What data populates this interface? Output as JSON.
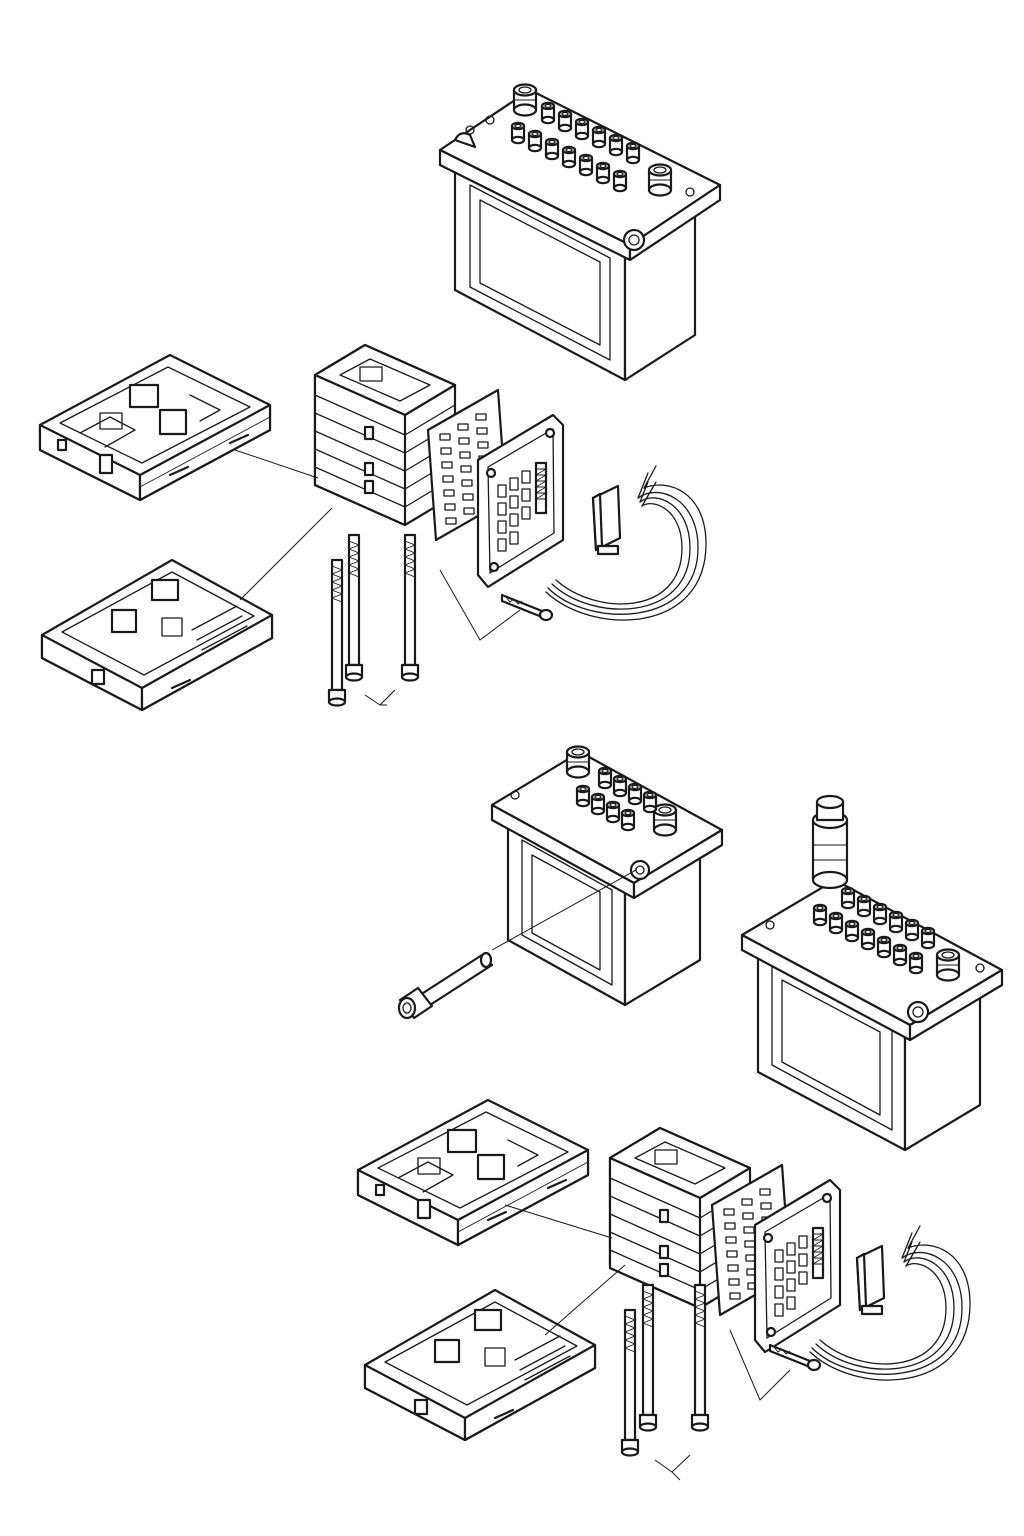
{
  "diagram": {
    "type": "exploded-assembly-line-drawing",
    "colors": {
      "line": "#1a1a1a",
      "background": "#ffffff"
    },
    "assemblies": [
      {
        "id": "assembly-1",
        "parts": [
          "manifold-block",
          "valve-stack",
          "sub-base-upper",
          "sub-base-lower",
          "tie-rods",
          "gasket-plate",
          "connector-board",
          "cable-harness",
          "fixing-screw"
        ]
      },
      {
        "id": "assembly-2",
        "parts": [
          "manifold-block-small",
          "long-bolt",
          "manifold-block-with-silencer",
          "valve-stack",
          "sub-base-upper",
          "sub-base-lower",
          "tie-rods",
          "gasket-plate",
          "connector-board",
          "cable-harness",
          "fixing-screw"
        ]
      }
    ]
  }
}
